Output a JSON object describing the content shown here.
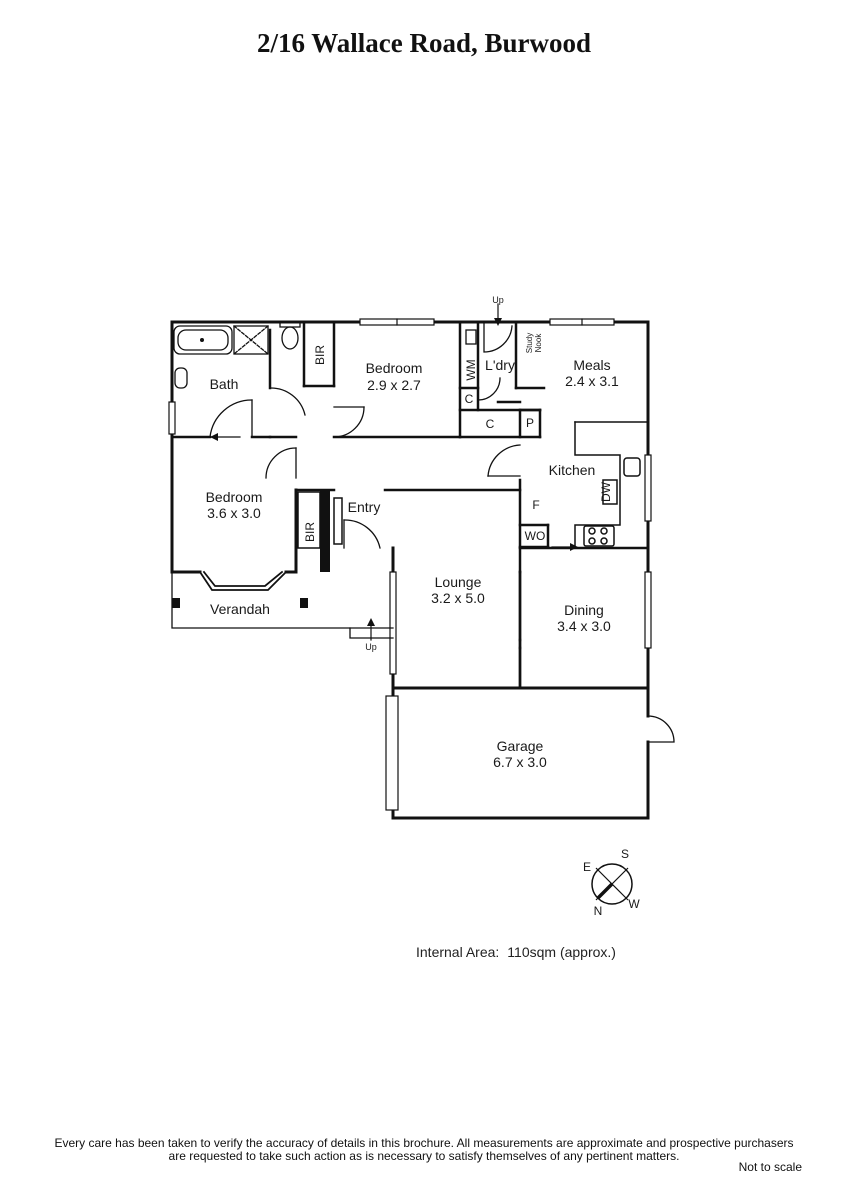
{
  "title": "2/16 Wallace Road, Burwood",
  "rooms": {
    "bath": "Bath",
    "bir_top": "BIR",
    "bedroom2_name": "Bedroom",
    "bedroom2_size": "2.9 x 2.7",
    "wm": "WM",
    "laundry": "L'dry",
    "study_1": "Study",
    "study_2": "Nook",
    "meals_name": "Meals",
    "meals_size": "2.4 x 3.1",
    "c1": "C",
    "c2": "C",
    "p": "P",
    "kitchen": "Kitchen",
    "dw": "DW",
    "f": "F",
    "wo": "WO",
    "bedroom1_name": "Bedroom",
    "bedroom1_size": "3.6 x 3.0",
    "bir_left": "BIR",
    "entry": "Entry",
    "lounge_name": "Lounge",
    "lounge_size": "3.2 x 5.0",
    "dining_name": "Dining",
    "dining_size": "3.4 x 3.0",
    "verandah": "Verandah",
    "garage_name": "Garage",
    "garage_size": "6.7 x 3.0",
    "up_top": "Up",
    "up_bottom": "Up"
  },
  "compass": {
    "e": "E",
    "s": "S",
    "n": "N",
    "w": "W"
  },
  "internal_area": {
    "label": "Internal Area:",
    "value": "110sqm (approx.)"
  },
  "disclaimer": {
    "line1": "Every care has been taken to verify the accuracy of details in this brochure.  All measurements are approximate and prospective purchasers",
    "line2": "are requested to take such action as is necessary to satisfy themselves of any pertinent matters."
  },
  "not_to_scale": "Not to scale"
}
